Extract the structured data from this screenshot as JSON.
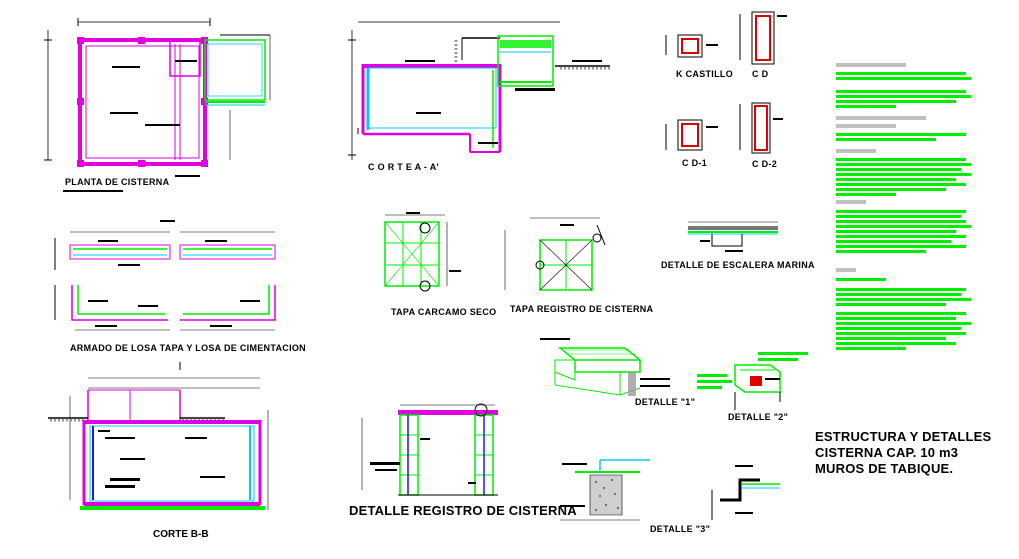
{
  "drawing": {
    "labels": {
      "planta": "PLANTA DE CISTERNA",
      "corte_aa": "C O R T E   A - A'",
      "k_castillo": "K CASTILLO",
      "cd": "C D",
      "cd1": "C D-1",
      "cd2": "C D-2",
      "armado": "ARMADO DE LOSA TAPA Y LOSA DE CIMENTACION",
      "tapa_carcamo": "TAPA CARCAMO SECO",
      "tapa_registro": "TAPA REGISTRO DE CISTERNA",
      "escalera": "DETALLE DE ESCALERA MARINA",
      "detalle1": "DETALLE \"1\"",
      "detalle2": "DETALLE \"2\"",
      "detalle3": "DETALLE \"3\"",
      "corte_bb": "CORTE B-B",
      "detalle_registro": "DETALLE REGISTRO DE CISTERNA"
    },
    "title_block": {
      "line1": "ESTRUCTURA Y DETALLES",
      "line2": "CISTERNA CAP. 10 m3",
      "line3": "MUROS DE TABIQUE."
    },
    "colors": {
      "magenta": "#e000e0",
      "green": "#00ee00",
      "cyan": "#00c8ff",
      "blue": "#1a1aff",
      "red": "#e00000",
      "black": "#000000",
      "gray": "#9a9a9a"
    }
  }
}
